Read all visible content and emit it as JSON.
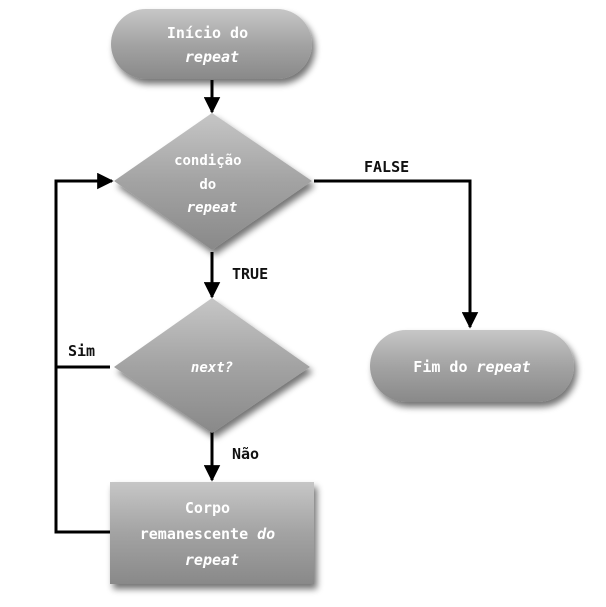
{
  "colors": {
    "node_fill_top": "#c4c4c4",
    "node_fill_mid": "#a2a2a2",
    "node_fill_bottom": "#8a8a8a",
    "node_text": "#ffffff",
    "line": "#000000",
    "label": "#111111"
  },
  "nodes": {
    "start": {
      "line1": "Início do",
      "line2": "repeat"
    },
    "condition": {
      "line1": "condição",
      "line2": "do",
      "line3": "repeat"
    },
    "next": {
      "text": "next?"
    },
    "end": {
      "prefix": "Fim do ",
      "italic": "repeat"
    },
    "body": {
      "line1": "Corpo",
      "line2_plain": "remanescente ",
      "line2_italic": "do",
      "line3": "repeat"
    }
  },
  "edges": {
    "false_label": "FALSE",
    "true_label": "TRUE",
    "yes_label": "Sim",
    "no_label": "Não"
  }
}
